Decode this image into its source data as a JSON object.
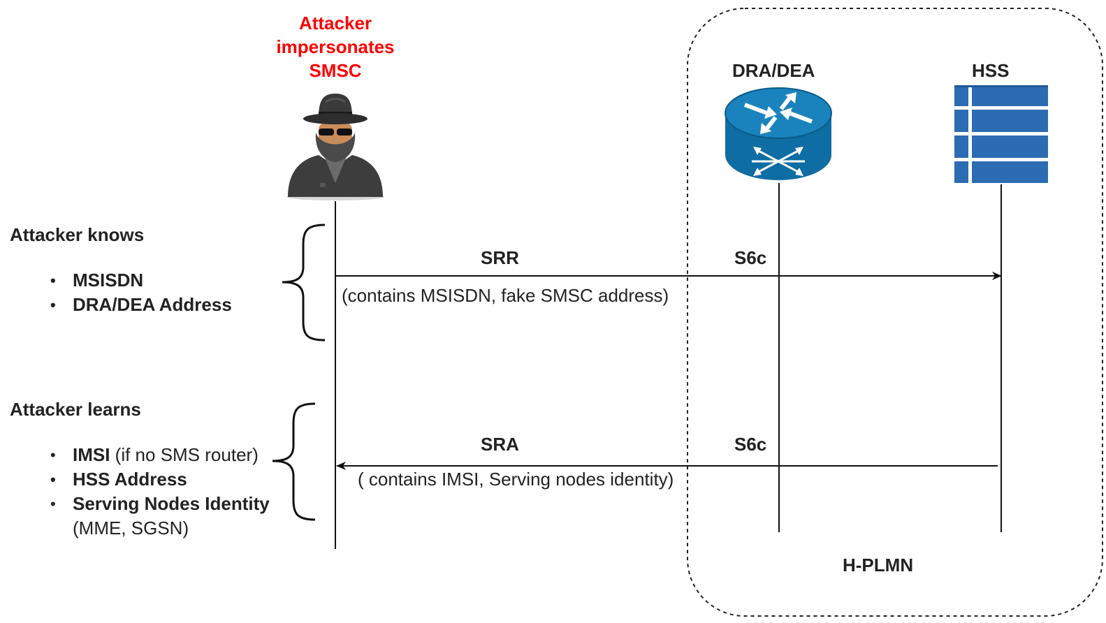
{
  "attacker": {
    "title_line1": "Attacker",
    "title_line2": "impersonates",
    "title_line3": "SMSC"
  },
  "nodes": {
    "dra": "DRA/DEA",
    "hss": "HSS"
  },
  "network_label": "H-PLMN",
  "messages": {
    "srr": {
      "label": "SRR",
      "interface": "S6c",
      "contents": "(contains MSISDN, fake SMSC address)"
    },
    "sra": {
      "label": "SRA",
      "interface": "S6c",
      "contents": "( contains IMSI, Serving nodes identity)"
    }
  },
  "knows": {
    "heading": "Attacker knows",
    "items": [
      "MSISDN",
      "DRA/DEA Address"
    ]
  },
  "learns": {
    "heading": "Attacker learns",
    "item1_bold": "IMSI",
    "item1_note": " (if no SMS router)",
    "item2": "HSS Address",
    "item3_bold": "Serving Nodes Identity",
    "item3_note": "(MME, SGSN)"
  },
  "colors": {
    "attacker_title": "#ff0000",
    "router": "#0e6da3",
    "hss": "#2b6cb2",
    "line": "#111111"
  },
  "icons": [
    "spy-icon",
    "router-icon",
    "database-icon"
  ]
}
